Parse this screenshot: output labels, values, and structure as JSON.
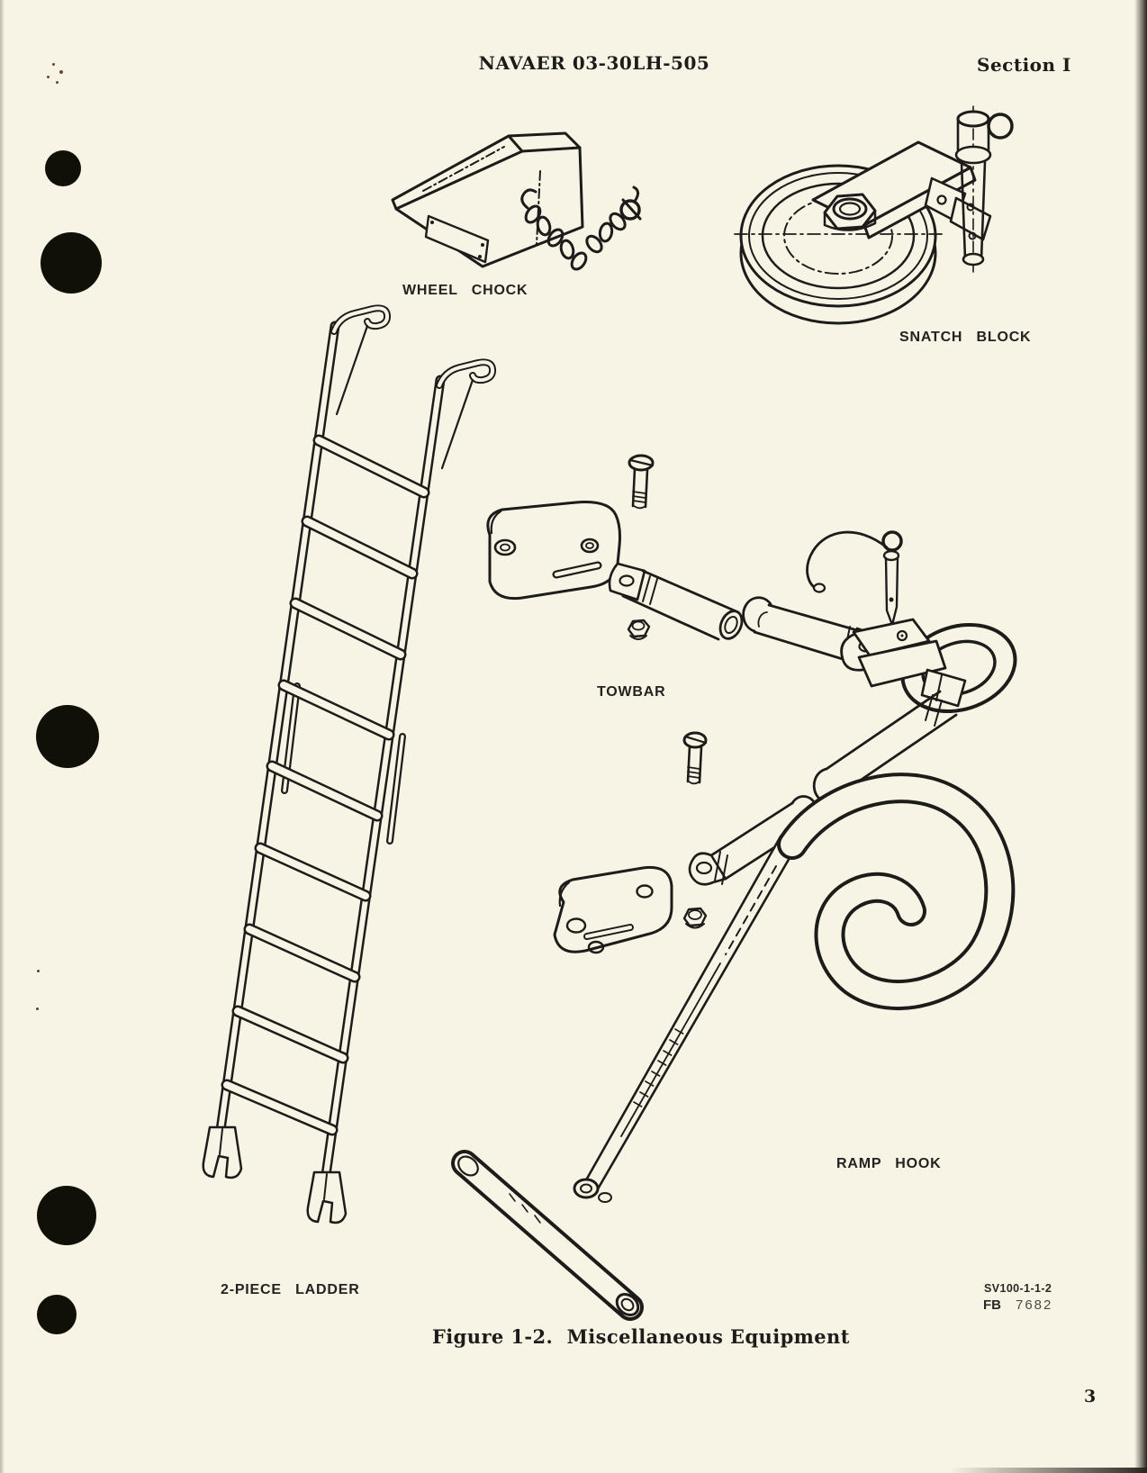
{
  "header": {
    "document_number": "NAVAER 03-30LH-505",
    "section": "Section I"
  },
  "figure": {
    "caption": "Figure 1-2.  Miscellaneous Equipment",
    "labels": {
      "wheel_chock": "WHEEL CHOCK",
      "snatch_block": "SNATCH BLOCK",
      "towbar": "TOWBAR",
      "ramp_hook": "RAMP HOOK",
      "two_piece_ladder": "2-PIECE LADDER"
    },
    "drawing_number": "SV100-1-1-2",
    "stamp": {
      "prefix": "FB",
      "number": "7682"
    }
  },
  "page_number": "3",
  "colors": {
    "paper": "#f8f4e5",
    "ink": "#1d1c1a",
    "edge_shadow": "#26241f"
  }
}
